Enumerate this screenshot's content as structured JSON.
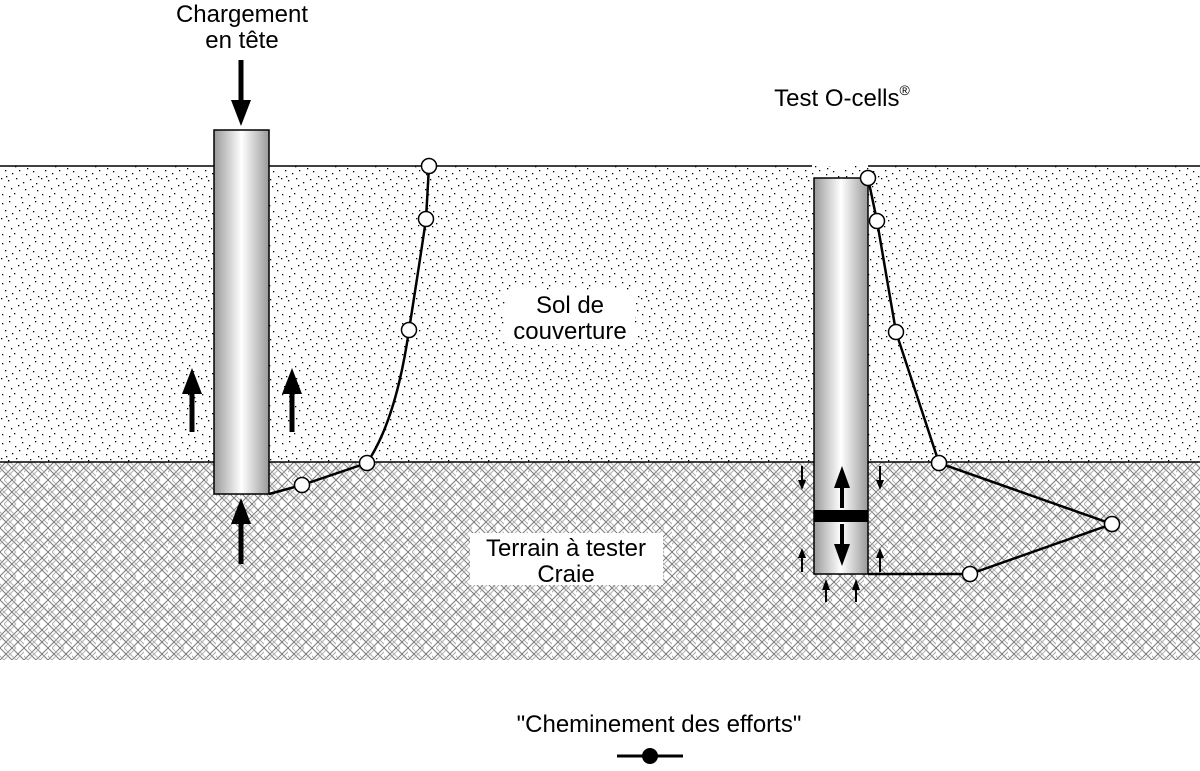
{
  "left_test": {
    "title_line1": "Chargement",
    "title_line2": "en tête"
  },
  "right_test": {
    "title": "Test O-cells",
    "title_mark": "®"
  },
  "layers": {
    "cover_soil_line1": "Sol de",
    "cover_soil_line2": "couverture",
    "test_ground_line1": "Terrain à tester",
    "test_ground_line2": "Craie"
  },
  "legend": {
    "label": "\"Cheminement des efforts\""
  },
  "colors": {
    "ink": "#000000",
    "sand_dots": "#000000",
    "hatch": "#8a8a8a",
    "pile_edge": "#9a9a9a",
    "pile_center": "#ffffff"
  }
}
